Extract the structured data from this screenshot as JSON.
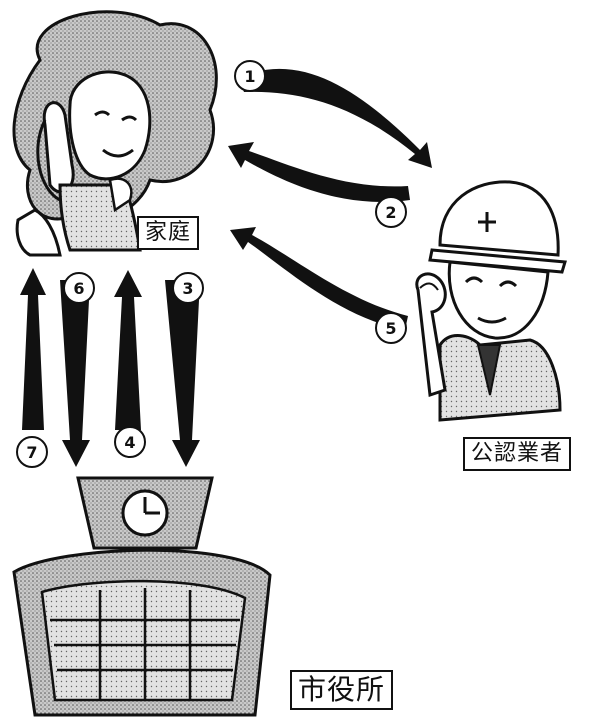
{
  "labels": {
    "home": "家庭",
    "contractor": "公認業者",
    "city_hall": "市役所"
  },
  "steps": [
    "1",
    "2",
    "3",
    "4",
    "5",
    "6",
    "7"
  ]
}
